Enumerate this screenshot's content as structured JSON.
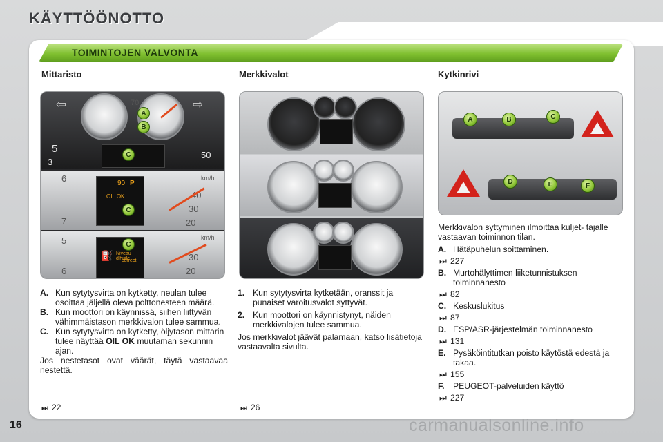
{
  "page": {
    "title": "KÄYTTÖÖNOTTO",
    "section_title": "TOIMINTOJEN VALVONTA",
    "page_number": "16",
    "watermark": "carmanualsonline.info"
  },
  "columns": {
    "left": {
      "heading": "Mittaristo",
      "markers": [
        "A",
        "B",
        "C",
        "C",
        "C"
      ],
      "items": [
        {
          "label": "A.",
          "text": "Kun sytytysvirta on kytketty, neulan tulee osoittaa jäljellä oleva polttonesteen määrä."
        },
        {
          "label": "B.",
          "text": "Kun moottori on käynnissä, siihen liittyvän vähimmäistason merkkivalon tulee sammua."
        },
        {
          "label": "C.",
          "text_before": "Kun sytytysvirta on kytketty, öljytason mittarin tulee näyttää",
          "bold": "OIL OK",
          "text_after": "muutaman sekunnin ajan."
        }
      ],
      "note": "Jos nestetasot ovat väärät, täytä vastaavaa nestettä.",
      "ref": "22"
    },
    "middle": {
      "heading": "Merkkivalot",
      "items": [
        {
          "label": "1.",
          "text": "Kun sytytysvirta kytketään, oranssit ja punaiset varoitusvalot syttyvät."
        },
        {
          "label": "2.",
          "text": "Kun moottori on käynnistynyt, näiden merkkivalojen tulee sammua."
        }
      ],
      "note": "Jos merkkivalot jäävät palamaan, katso lisätietoja vastaavalta sivulta.",
      "ref": "26"
    },
    "right": {
      "heading": "Kytkinrivi",
      "markers_top": [
        "A",
        "B",
        "C"
      ],
      "markers_bottom": [
        "D",
        "E",
        "F"
      ],
      "intro": "Merkkivalon syttyminen ilmoittaa kuljet- tajalle vastaavan toiminnon tilan.",
      "items": [
        {
          "label": "A.",
          "text": "Hätäpuhelun soittaminen.",
          "ref": "227"
        },
        {
          "label": "B.",
          "text": "Murtohälyttimen liiketunnistuksen toiminnanesto",
          "ref": "82"
        },
        {
          "label": "C.",
          "text": "Keskuslukitus",
          "ref": "87"
        },
        {
          "label": "D.",
          "text": "ESP/ASR-järjestelmän toiminnanesto",
          "ref": "131"
        },
        {
          "label": "E.",
          "text": "Pysäköintitutkan poisto käytöstä edestä ja takaa.",
          "ref": "155"
        },
        {
          "label": "F.",
          "text": "PEUGEOT-palveluiden käyttö",
          "ref": "227"
        }
      ]
    }
  },
  "gauge_numbers": {
    "left_top": [
      "5",
      "70",
      "50",
      "3"
    ],
    "left_mid": [
      "6",
      "40",
      "30",
      "20",
      "7"
    ],
    "left_bottom": [
      "5",
      "30",
      "20",
      "6"
    ],
    "left_units": "km/h",
    "display_mid": [
      "90",
      "P",
      "OIL OK"
    ],
    "display_bottom": [
      "Niveau d'huile",
      "correct"
    ]
  },
  "colors": {
    "accent_green": "#7fbf2f",
    "hazard_red": "#d3231c",
    "needle": "#e14b1e"
  },
  "icons": {
    "ref_arrow": "⏭"
  }
}
